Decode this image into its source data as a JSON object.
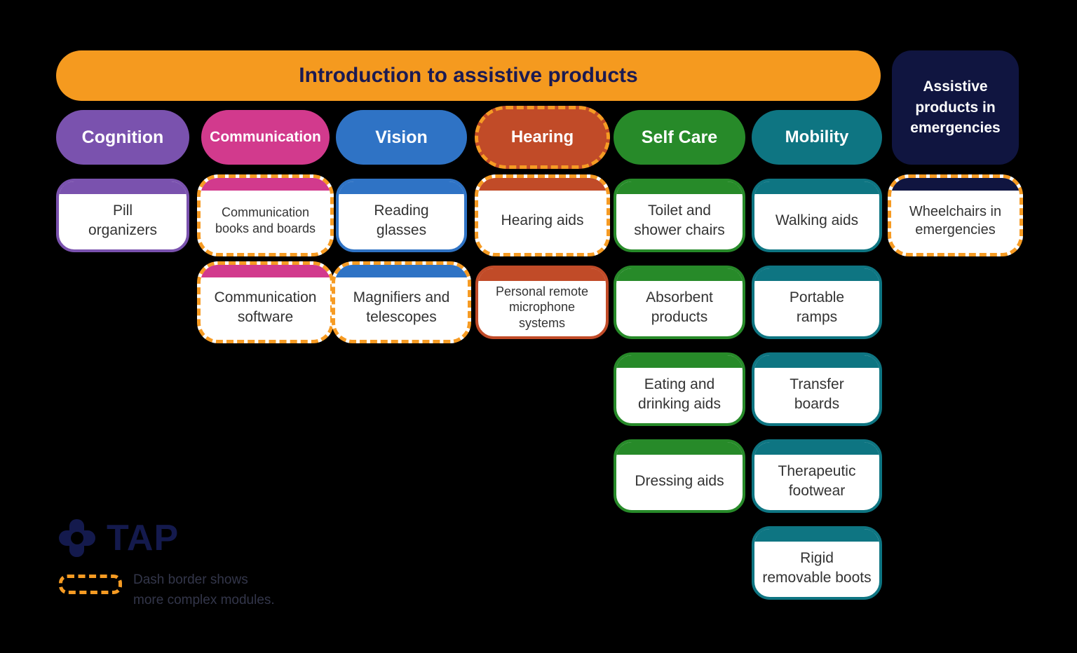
{
  "banner": {
    "title": "Introduction to assistive products"
  },
  "columns": [
    {
      "label": "Cognition",
      "modules": [
        "Pill\norganizers"
      ]
    },
    {
      "label": "Communication",
      "modules": [
        "Communication\nbooks and boards",
        "Communication\nsoftware"
      ]
    },
    {
      "label": "Vision",
      "modules": [
        "Reading\nglasses",
        "Magnifiers and\ntelescopes"
      ]
    },
    {
      "label": "Hearing",
      "modules": [
        "Hearing aids",
        "Personal remote\nmicrophone\nsystems"
      ]
    },
    {
      "label": "Self Care",
      "modules": [
        "Toilet and\nshower chairs",
        "Absorbent\nproducts",
        "Eating and\ndrinking aids",
        "Dressing aids"
      ]
    },
    {
      "label": "Mobility",
      "modules": [
        "Walking aids",
        "Portable\nramps",
        "Transfer\nboards",
        "Therapeutic\nfootwear",
        "Rigid\nremovable boots"
      ]
    }
  ],
  "emergencies": {
    "header": "Assistive\nproducts in\nemergencies",
    "module": "Wheelchairs in\nemergencies"
  },
  "logo": {
    "text": "TAP"
  },
  "legend": {
    "text": "Dash border shows\nmore complex modules."
  },
  "palette": {
    "banner_orange": "#F59A1F",
    "dashed_border_orange": "#F69B23",
    "cognition_purple": "#7A52AE",
    "communication_pink": "#D23A8D",
    "vision_blue": "#2F73C5",
    "hearing_red": "#C14B28",
    "self_care_green": "#278A29",
    "mobility_teal": "#0E7582",
    "emergencies_navy": "#101540",
    "title_navy": "#1B1A52",
    "background": "#000000"
  }
}
